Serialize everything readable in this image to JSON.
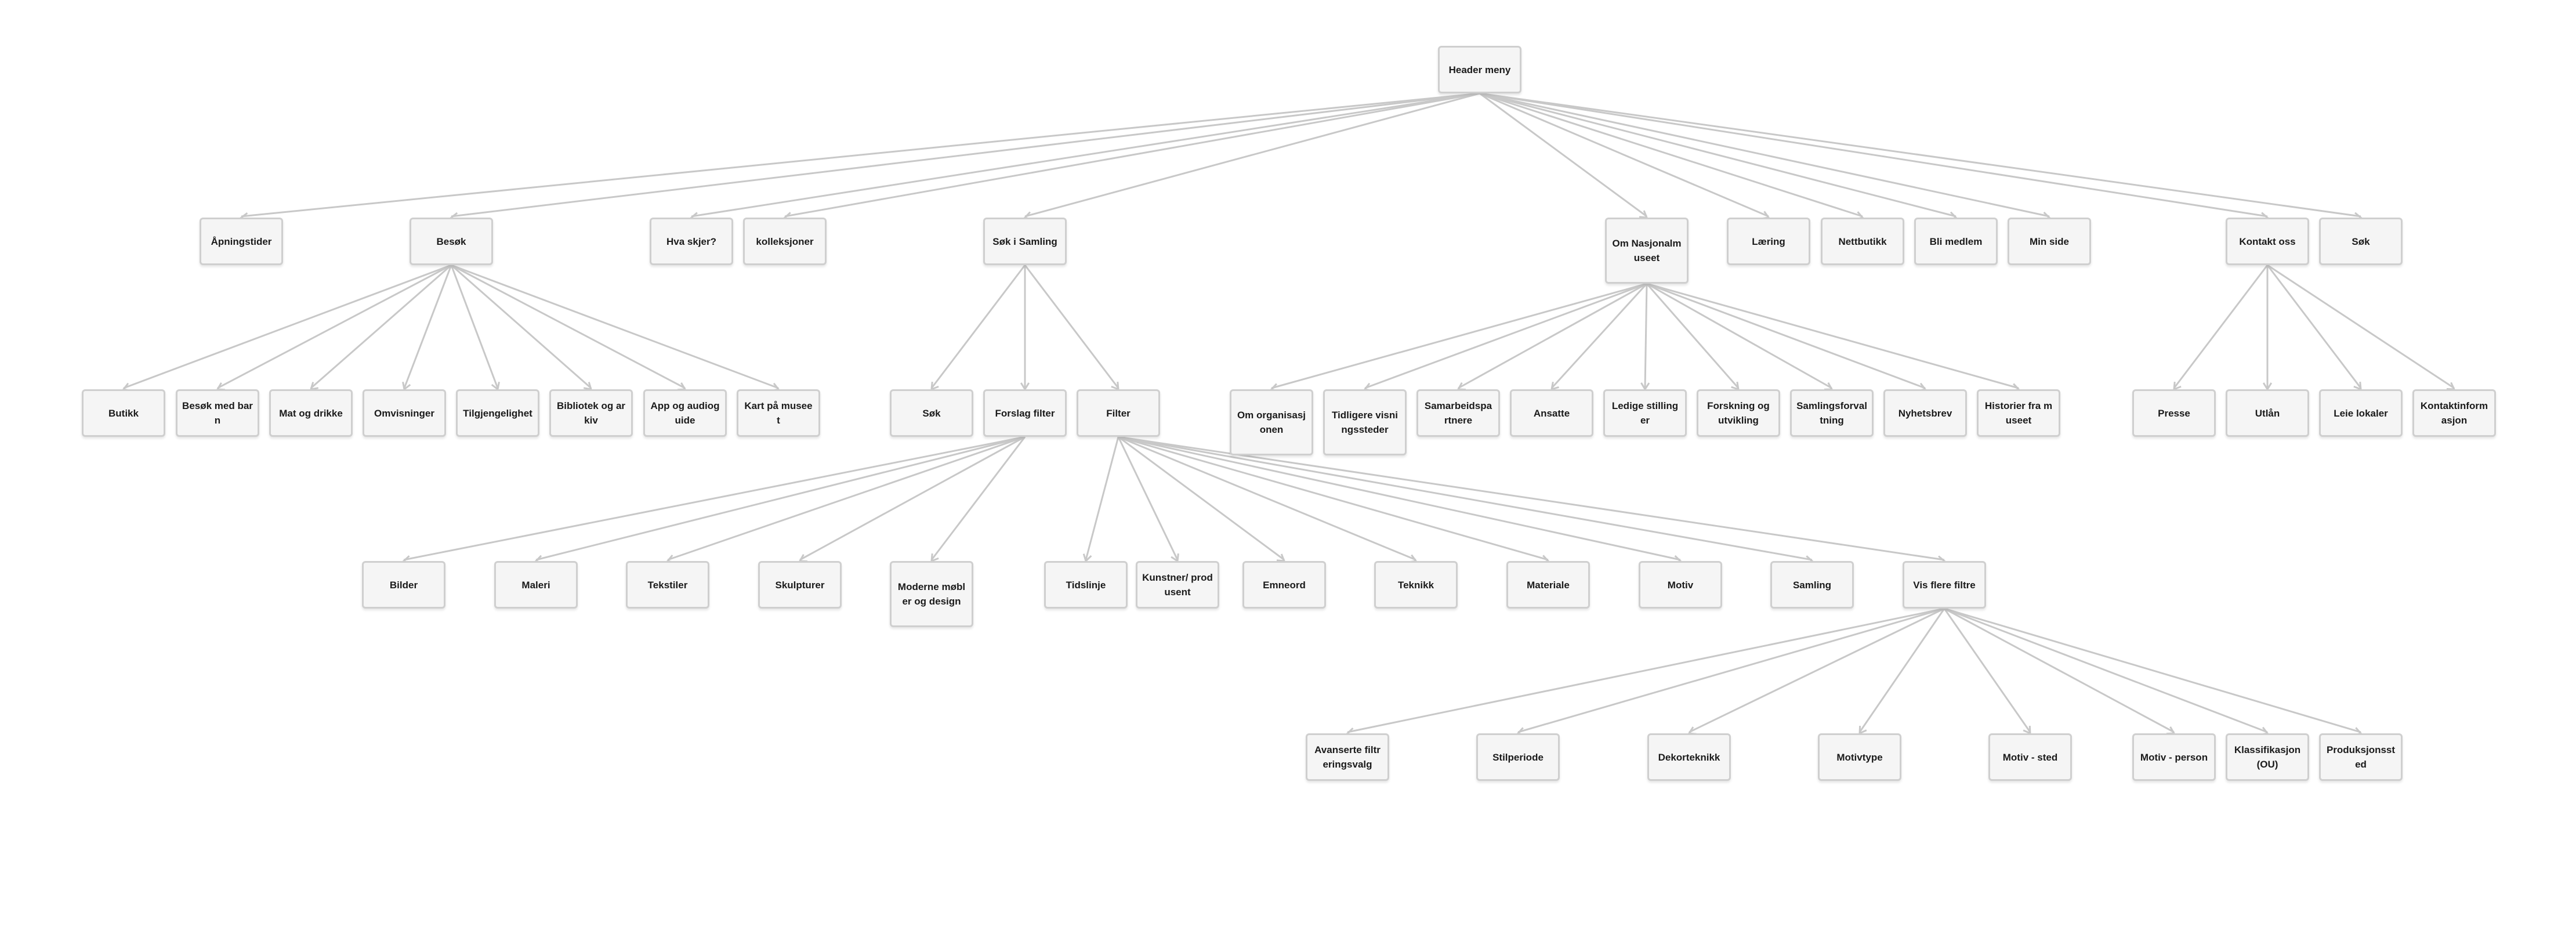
{
  "diagram": {
    "nodes": [
      {
        "id": "header",
        "label": "Header meny",
        "parent": null
      },
      {
        "id": "apningstider",
        "label": "Åpningstider",
        "parent": "header"
      },
      {
        "id": "besok",
        "label": "Besøk",
        "parent": "header"
      },
      {
        "id": "hva-skjer",
        "label": "Hva skjer?",
        "parent": "header"
      },
      {
        "id": "kolleksjoner",
        "label": "kolleksjoner",
        "parent": "header"
      },
      {
        "id": "sok-i-samling",
        "label": "Søk i Samling",
        "parent": "header"
      },
      {
        "id": "om-nasjonalmuseet",
        "label": "Om Nasjonalmuseet",
        "parent": "header"
      },
      {
        "id": "laering",
        "label": "Læring",
        "parent": "header"
      },
      {
        "id": "nettbutikk",
        "label": "Nettbutikk",
        "parent": "header"
      },
      {
        "id": "bli-medlem",
        "label": "Bli medlem",
        "parent": "header"
      },
      {
        "id": "min-side",
        "label": "Min side",
        "parent": "header"
      },
      {
        "id": "kontakt-oss",
        "label": "Kontakt oss",
        "parent": "header"
      },
      {
        "id": "sok-top",
        "label": "Søk",
        "parent": "header"
      },
      {
        "id": "butikk",
        "label": "Butikk",
        "parent": "besok"
      },
      {
        "id": "besok-med-barn",
        "label": "Besøk med barn",
        "parent": "besok"
      },
      {
        "id": "mat-og-drikke",
        "label": "Mat og drikke",
        "parent": "besok"
      },
      {
        "id": "omvisninger",
        "label": "Omvisninger",
        "parent": "besok"
      },
      {
        "id": "tilgjengelighet",
        "label": "Tilgjengelighet",
        "parent": "besok"
      },
      {
        "id": "bibliotek-og-arkiv",
        "label": "Bibliotek og arkiv",
        "parent": "besok"
      },
      {
        "id": "app-og-audioguide",
        "label": "App og audioguide",
        "parent": "besok"
      },
      {
        "id": "kart-pa-museet",
        "label": "Kart på museet",
        "parent": "besok"
      },
      {
        "id": "sok",
        "label": "Søk",
        "parent": "sok-i-samling"
      },
      {
        "id": "forslag-filter",
        "label": "Forslag filter",
        "parent": "sok-i-samling"
      },
      {
        "id": "filter",
        "label": "Filter",
        "parent": "sok-i-samling"
      },
      {
        "id": "om-organisasjonen",
        "label": "Om organisasjonen",
        "parent": "om-nasjonalmuseet"
      },
      {
        "id": "tidligere-visningssteder",
        "label": "Tidligere visningssteder",
        "parent": "om-nasjonalmuseet"
      },
      {
        "id": "samarbeidspartnere",
        "label": "Samarbeidspartnere",
        "parent": "om-nasjonalmuseet"
      },
      {
        "id": "ansatte",
        "label": "Ansatte",
        "parent": "om-nasjonalmuseet"
      },
      {
        "id": "ledige-stillinger",
        "label": "Ledige stillinger",
        "parent": "om-nasjonalmuseet"
      },
      {
        "id": "forskning-og-utvikling",
        "label": "Forskning og utvikling",
        "parent": "om-nasjonalmuseet"
      },
      {
        "id": "samlingsforvaltning",
        "label": "Samlingsforvaltning",
        "parent": "om-nasjonalmuseet"
      },
      {
        "id": "nyhetsbrev",
        "label": "Nyhetsbrev",
        "parent": "om-nasjonalmuseet"
      },
      {
        "id": "historier-fra-museet",
        "label": "Historier fra museet",
        "parent": "om-nasjonalmuseet"
      },
      {
        "id": "presse",
        "label": "Presse",
        "parent": "kontakt-oss"
      },
      {
        "id": "utlan",
        "label": "Utlån",
        "parent": "kontakt-oss"
      },
      {
        "id": "leie-lokaler",
        "label": "Leie lokaler",
        "parent": "kontakt-oss"
      },
      {
        "id": "kontaktinformasjon",
        "label": "Kontaktinformasjon",
        "parent": "kontakt-oss"
      },
      {
        "id": "bilder",
        "label": "Bilder",
        "parent": "forslag-filter"
      },
      {
        "id": "maleri",
        "label": "Maleri",
        "parent": "forslag-filter"
      },
      {
        "id": "tekstiler",
        "label": "Tekstiler",
        "parent": "forslag-filter"
      },
      {
        "id": "skulpturer",
        "label": "Skulpturer",
        "parent": "forslag-filter"
      },
      {
        "id": "moderne-mobler",
        "label": "Moderne møbler og design",
        "parent": "forslag-filter"
      },
      {
        "id": "tidslinje",
        "label": "Tidslinje",
        "parent": "filter"
      },
      {
        "id": "kunstner-produsent",
        "label": "Kunstner/ produsent",
        "parent": "filter"
      },
      {
        "id": "emneord",
        "label": "Emneord",
        "parent": "filter"
      },
      {
        "id": "teknikk",
        "label": "Teknikk",
        "parent": "filter"
      },
      {
        "id": "materiale",
        "label": "Materiale",
        "parent": "filter"
      },
      {
        "id": "motiv",
        "label": "Motiv",
        "parent": "filter"
      },
      {
        "id": "samling",
        "label": "Samling",
        "parent": "filter"
      },
      {
        "id": "vis-flere-filtre",
        "label": "Vis flere filtre",
        "parent": "filter"
      },
      {
        "id": "avanserte-filtreringsvalg",
        "label": "Avanserte filtreringsvalg",
        "parent": "vis-flere-filtre"
      },
      {
        "id": "stilperiode",
        "label": "Stilperiode",
        "parent": "vis-flere-filtre"
      },
      {
        "id": "dekorteknikk",
        "label": "Dekorteknikk",
        "parent": "vis-flere-filtre"
      },
      {
        "id": "motivtype",
        "label": "Motivtype",
        "parent": "vis-flere-filtre"
      },
      {
        "id": "motiv-sted",
        "label": "Motiv - sted",
        "parent": "vis-flere-filtre"
      },
      {
        "id": "motiv-person",
        "label": "Motiv - person",
        "parent": "vis-flere-filtre"
      },
      {
        "id": "klassifikasjon",
        "label": "Klassifikasjon (OU)",
        "parent": "vis-flere-filtre"
      },
      {
        "id": "produksjonssted",
        "label": "Produksjonssted",
        "parent": "vis-flere-filtre"
      }
    ],
    "colors": {
      "connector": "#c8c8c8",
      "box_fill": "#f5f5f5",
      "box_border": "#cfcfcf",
      "text": "#1a1a1a"
    }
  }
}
